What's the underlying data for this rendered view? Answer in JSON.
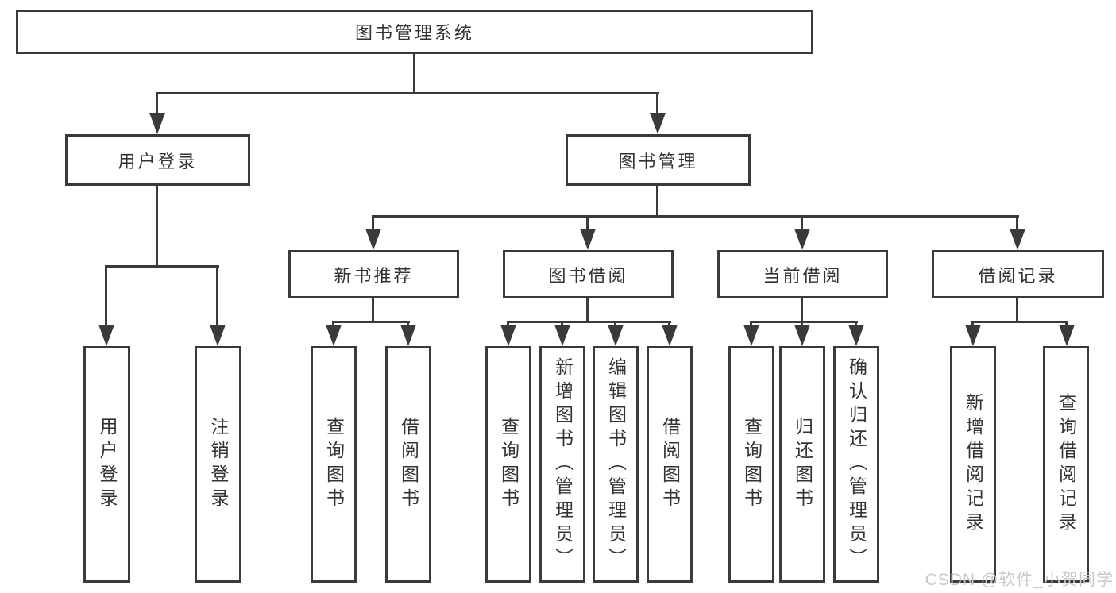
{
  "diagram": {
    "root": {
      "label": "图书管理系统"
    },
    "level2": [
      {
        "label": "用户登录"
      },
      {
        "label": "图书管理"
      }
    ],
    "level3": [
      {
        "label": "新书推荐",
        "parent": "图书管理"
      },
      {
        "label": "图书借阅",
        "parent": "图书管理"
      },
      {
        "label": "当前借阅",
        "parent": "图书管理"
      },
      {
        "label": "借阅记录",
        "parent": "图书管理"
      }
    ],
    "leaves": [
      {
        "label": "用户登录",
        "parent": "用户登录"
      },
      {
        "label": "注销登录",
        "parent": "用户登录"
      },
      {
        "label": "查询图书",
        "parent": "新书推荐"
      },
      {
        "label": "借阅图书",
        "parent": "新书推荐"
      },
      {
        "label": "查询图书",
        "parent": "图书借阅"
      },
      {
        "label": "新增图书（管理员）",
        "parent": "图书借阅"
      },
      {
        "label": "编辑图书（管理员）",
        "parent": "图书借阅"
      },
      {
        "label": "借阅图书",
        "parent": "图书借阅"
      },
      {
        "label": "查询图书",
        "parent": "当前借阅"
      },
      {
        "label": "归还图书",
        "parent": "当前借阅"
      },
      {
        "label": "确认归还（管理员）",
        "parent": "当前借阅"
      },
      {
        "label": "新增借阅记录",
        "parent": "借阅记录"
      },
      {
        "label": "查询借阅记录",
        "parent": "借阅记录"
      }
    ]
  },
  "watermark": {
    "text": "CSDN @软件_小贺同学"
  },
  "colors": {
    "line": "#3a3a3a",
    "text": "#333333",
    "watermark": "#c9c9c9",
    "background": "#ffffff"
  }
}
